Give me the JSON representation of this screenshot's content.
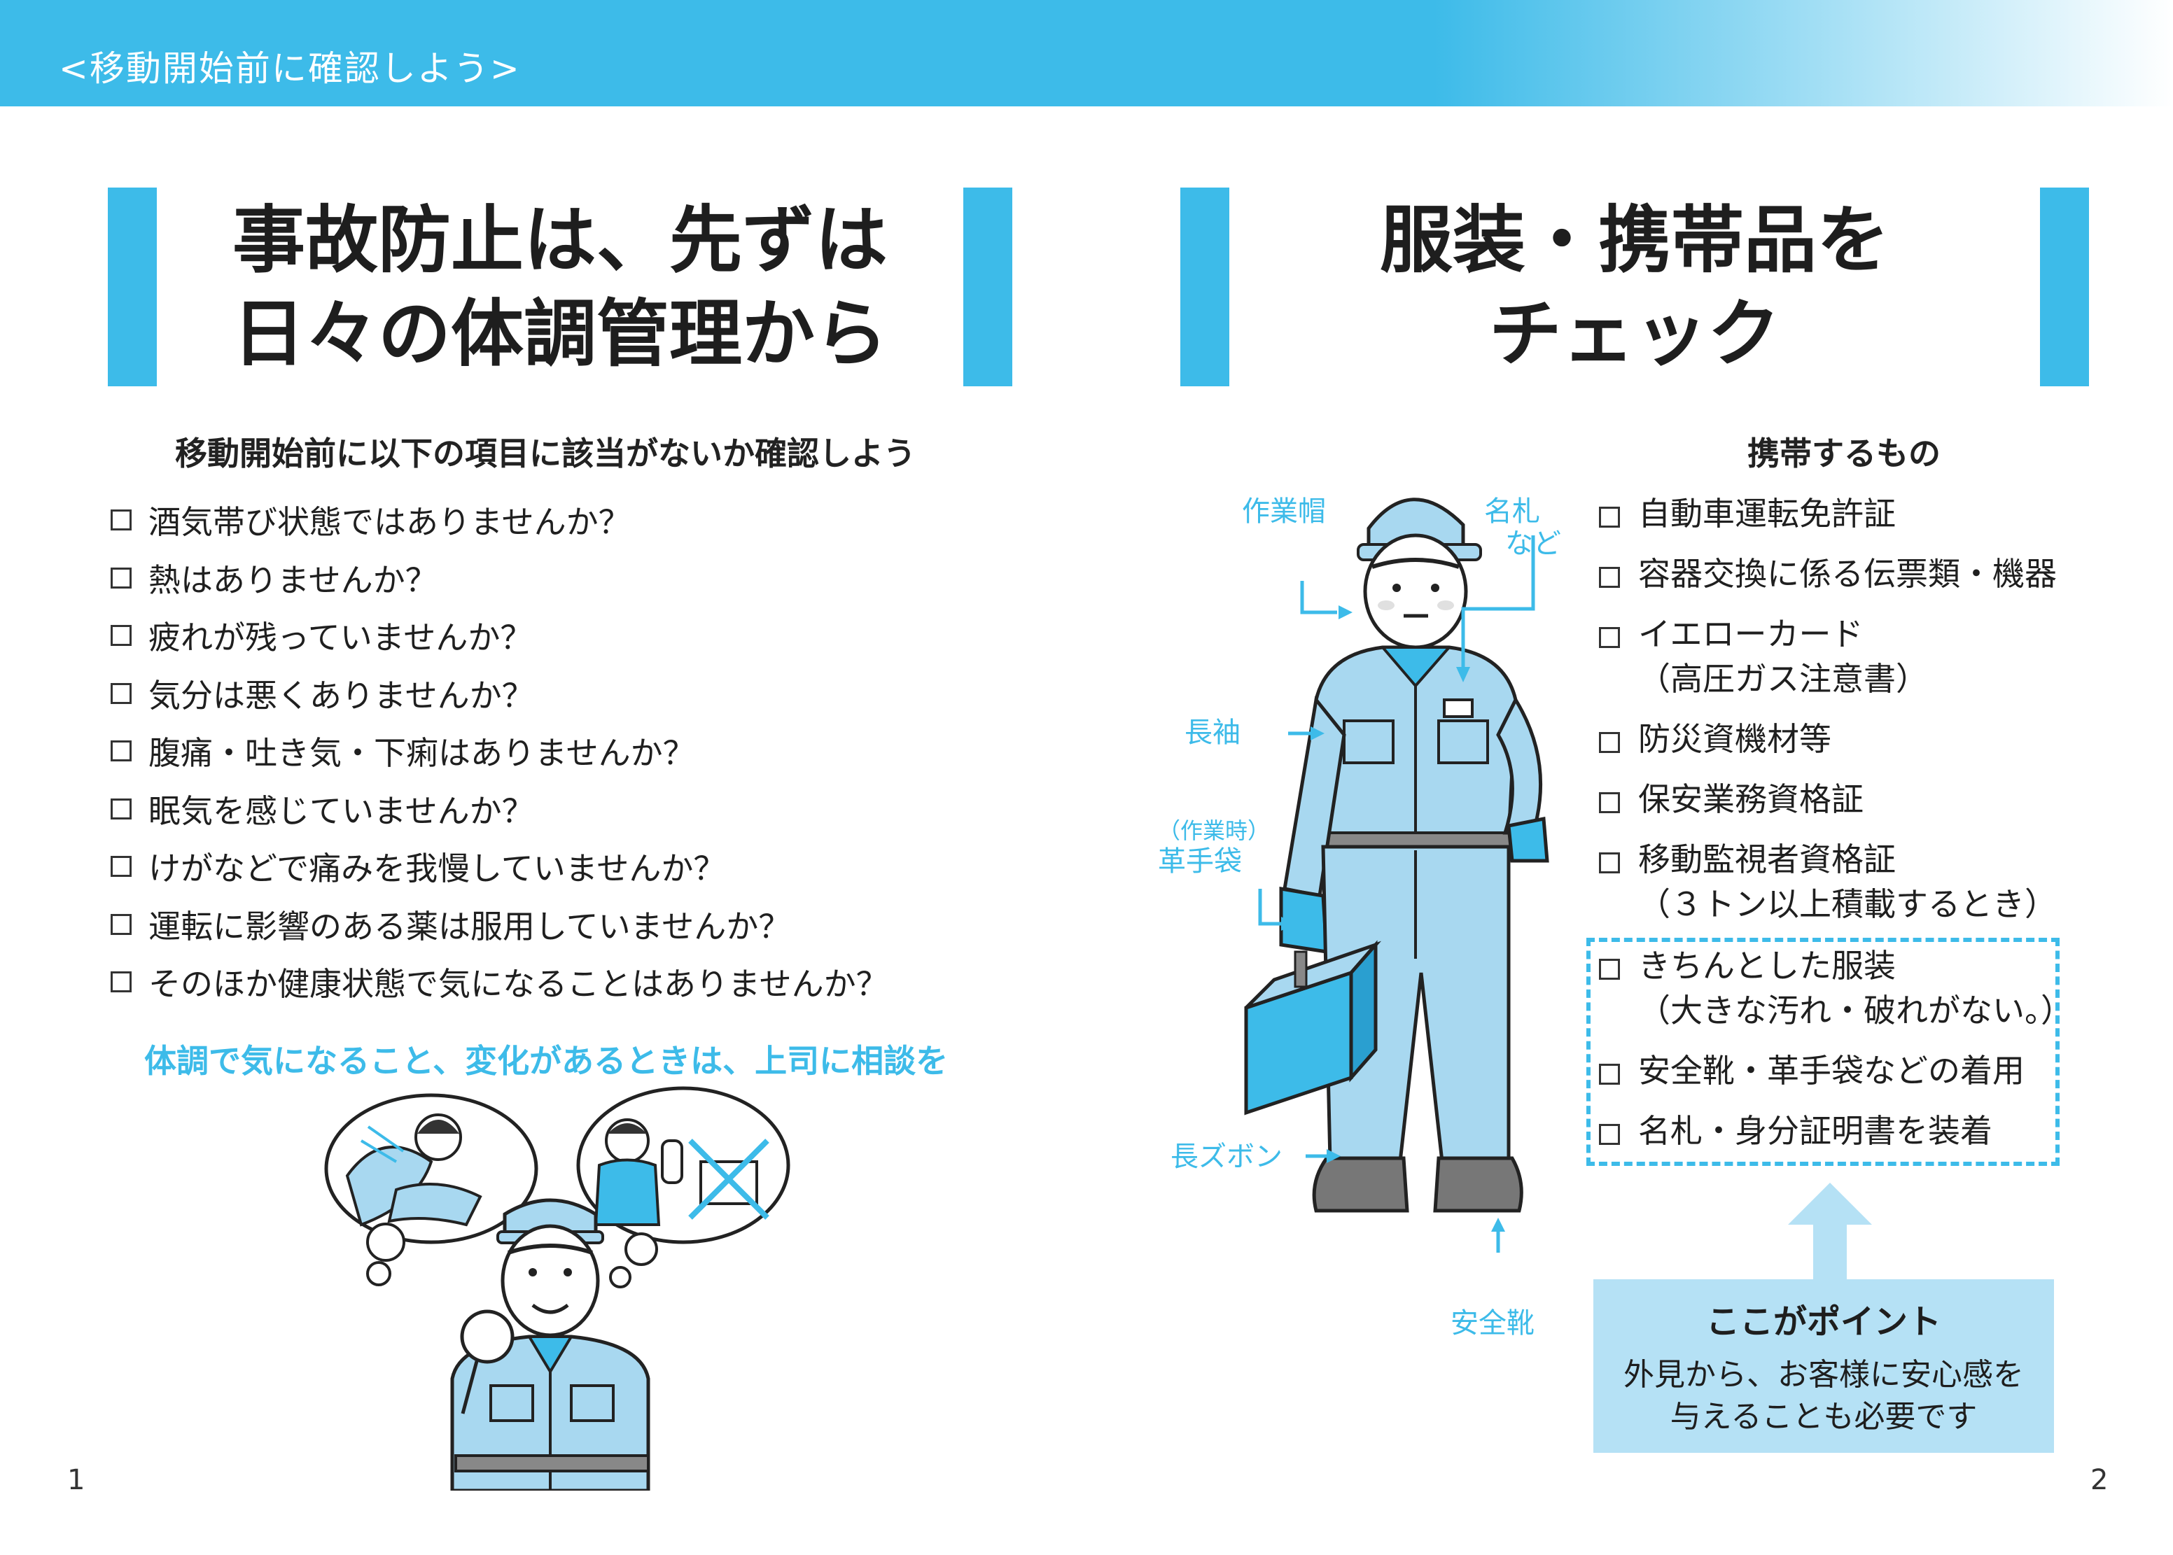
{
  "header": {
    "title": "<移動開始前に確認しよう>"
  },
  "left": {
    "heading": [
      "事故防止は、先ずは",
      "日々の体調管理から"
    ],
    "subhead": "移動開始前に以下の項目に該当がないか確認しよう",
    "checklist": [
      "酒気帯び状態ではありませんか？",
      "熱はありませんか？",
      "疲れが残っていませんか？",
      "気分は悪くありませんか？",
      "腹痛・吐き気・下痢はありませんか？",
      "眠気を感じていませんか？",
      "けがなどで痛みを我慢していませんか？",
      "運転に影響のある薬は服用していませんか？",
      "そのほか健康状態で気になることはありませんか？"
    ],
    "consult": "体調で気になること、変化があるときは、上司に相談を",
    "page_number": "1"
  },
  "right": {
    "heading": [
      "服装・携帯品を",
      "チェック"
    ],
    "subhead": "携帯するもの",
    "items": [
      {
        "line1": "自動車運転免許証"
      },
      {
        "line1": "容器交換に係る伝票類・機器"
      },
      {
        "line1": "イエローカード",
        "line2": "（高圧ガス注意書）"
      },
      {
        "line1": "防災資機材等"
      },
      {
        "line1": "保安業務資格証"
      },
      {
        "line1": "移動監視者資格証",
        "line2": "（３トン以上積載するとき）"
      },
      {
        "line1": "きちんとした服装",
        "line2": "（大きな汚れ・破れがない。）"
      },
      {
        "line1": "安全靴・革手袋などの着用"
      },
      {
        "line1": "名札・身分証明書を装着"
      }
    ],
    "labels": {
      "cap": "作業帽",
      "nametag_1": "名札",
      "nametag_2": "など",
      "sleeves": "長袖",
      "gloves_note": "（作業時）",
      "gloves": "革手袋",
      "trousers": "長ズボン",
      "shoes": "安全靴"
    },
    "point": {
      "title": "ここがポイント",
      "body_1": "外見から、お客様に安心感を",
      "body_2": "与えることも必要です"
    },
    "page_number": "2"
  },
  "colors": {
    "accent": "#3dbbe9",
    "point_bg": "#b5e1f5",
    "uniform": "#a8d8f0"
  }
}
